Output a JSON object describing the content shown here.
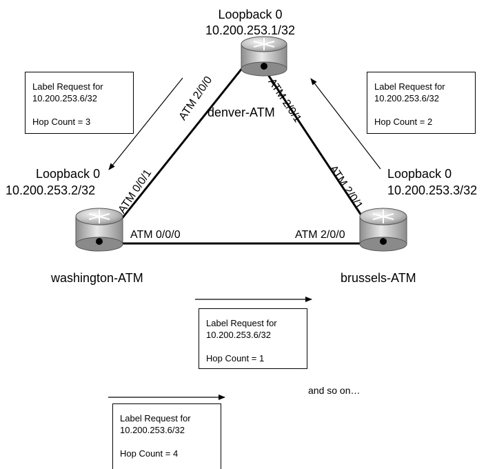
{
  "routers": {
    "denver": {
      "loopback": "Loopback 0",
      "address": "10.200.253.1/32",
      "name": "denver-ATM"
    },
    "washington": {
      "loopback": "Loopback 0",
      "address": "10.200.253.2/32",
      "name": "washington-ATM"
    },
    "brussels": {
      "loopback": "Loopback 0",
      "address": "10.200.253.3/32",
      "name": "brussels-ATM"
    }
  },
  "interfaces": {
    "denver_to_washington": "ATM 2/0/0",
    "washington_to_denver": "ATM 0/0/1",
    "denver_to_brussels": "ATM 2/0/1",
    "brussels_to_denver": "ATM 2/0/1",
    "washington_to_brussels": "ATM 0/0/0",
    "brussels_to_washington": "ATM 2/0/0"
  },
  "requests": [
    {
      "line1": "Label Request for",
      "line2": "10.200.253.6/32",
      "hop": "Hop Count = 3"
    },
    {
      "line1": "Label Request for",
      "line2": "10.200.253.6/32",
      "hop": "Hop Count = 2"
    },
    {
      "line1": "Label Request for",
      "line2": "10.200.253.6/32",
      "hop": "Hop Count = 1"
    },
    {
      "line1": "Label Request for",
      "line2": "10.200.253.6/32",
      "hop": "Hop Count = 4"
    }
  ],
  "note": "and so on…"
}
